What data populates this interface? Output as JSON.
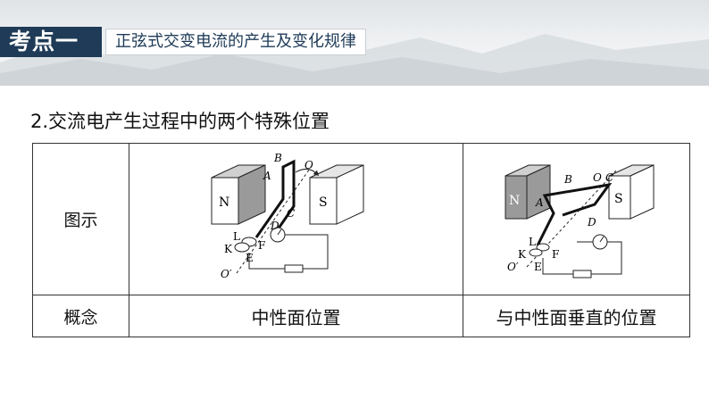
{
  "header": {
    "tag": "考点一",
    "topic": "正弦式交变电流的产生及变化规律"
  },
  "section": {
    "title": "2.交流电产生过程中的两个特殊位置"
  },
  "table": {
    "row_labels": [
      "图示",
      "概念"
    ],
    "concepts": [
      "中性面位置",
      "与中性面垂直的位置"
    ],
    "figure1_labels": {
      "N": "N",
      "S": "S",
      "A": "A",
      "B": "B",
      "C": "C",
      "D": "D",
      "O": "O",
      "O_prime": "O′",
      "K": "K",
      "L": "L",
      "E": "E",
      "F": "F"
    },
    "figure2_labels": {
      "N": "N",
      "S": "S",
      "A": "A",
      "B": "B",
      "C": "C",
      "D": "D",
      "O": "O",
      "O_prime": "O′",
      "K": "K",
      "L": "L",
      "E": "E",
      "F": "F"
    }
  },
  "colors": {
    "tag_bg": "#1f3b57",
    "accent": "#1f3b57",
    "magnet_dark": "#9a9a9a"
  }
}
